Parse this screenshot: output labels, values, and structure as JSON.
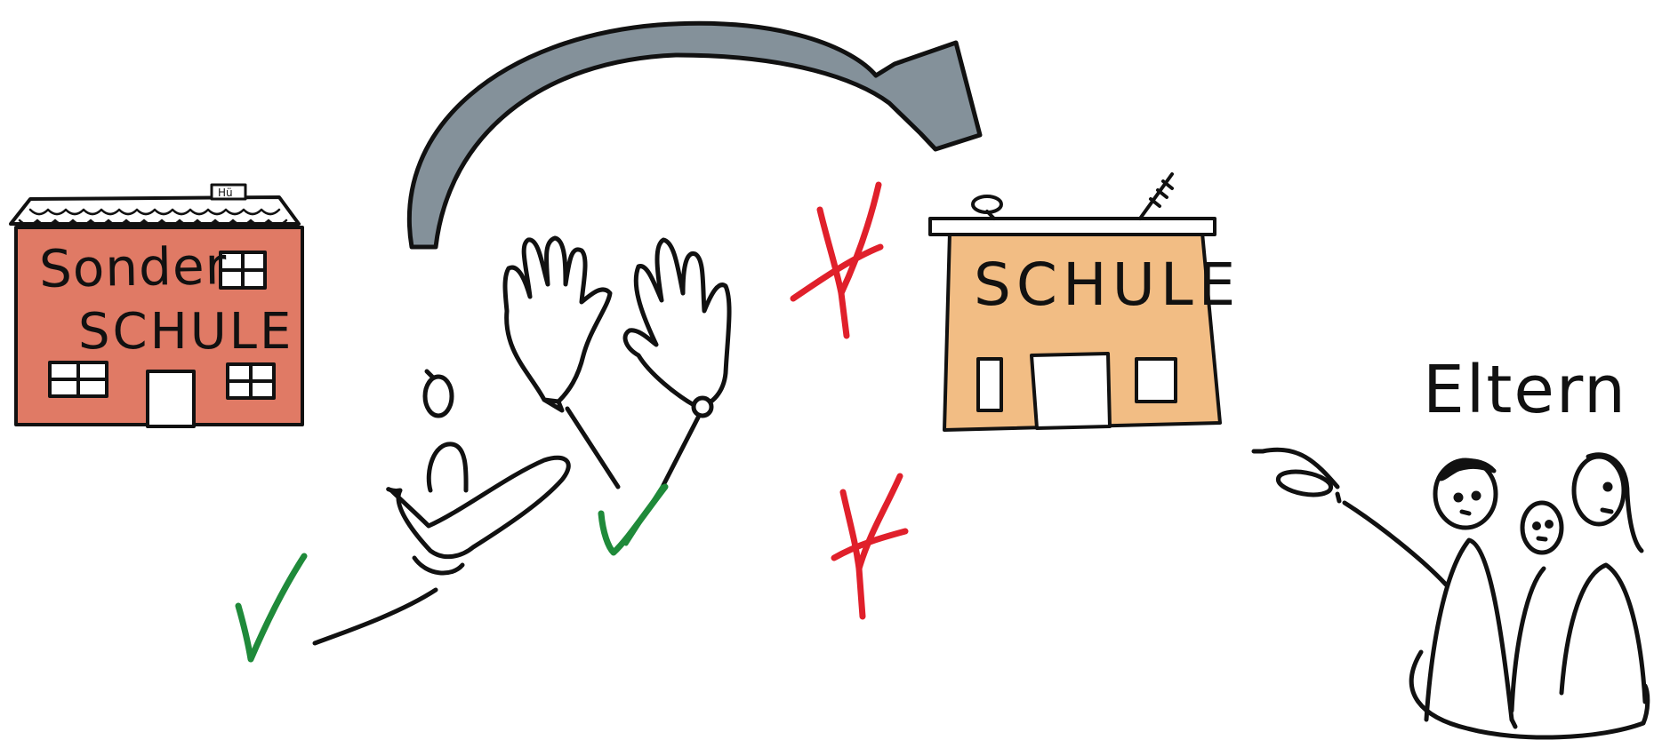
{
  "special_school": {
    "name_line1": "Sonder",
    "name_line2": "SCHULE",
    "wall_color": "#e07a65",
    "chimney_text": "Hü"
  },
  "regular_school": {
    "name": "SCHULE",
    "wall_color": "#f2bd84"
  },
  "parents": {
    "label": "Eltern"
  },
  "colors": {
    "arrow_fill": "#84919a",
    "outline": "#111111",
    "approve_check": "#1f8a3a",
    "reject_cross": "#e0202b"
  },
  "icons": [
    "curved-arrow-icon",
    "raised-hands-icon",
    "child-icon",
    "check-icon",
    "red-cross-check-icon",
    "family-icon"
  ]
}
